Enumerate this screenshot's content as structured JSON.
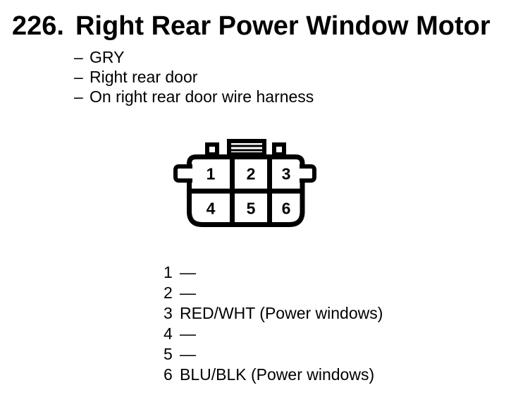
{
  "figure": {
    "number": "226.",
    "title": "Right Rear Power Window Motor"
  },
  "notes": {
    "dash": "–",
    "items": [
      "GRY",
      "Right rear door",
      "On right rear door wire harness"
    ]
  },
  "connector": {
    "cells": [
      "1",
      "2",
      "3",
      "4",
      "5",
      "6"
    ]
  },
  "pins": [
    {
      "num": "1",
      "wire": "—"
    },
    {
      "num": "2",
      "wire": "—"
    },
    {
      "num": "3",
      "wire": "RED/WHT (Power windows)"
    },
    {
      "num": "4",
      "wire": "—"
    },
    {
      "num": "5",
      "wire": "—"
    },
    {
      "num": "6",
      "wire": "BLU/BLK (Power windows)"
    }
  ],
  "colors": {
    "ink": "#000000",
    "paper": "#ffffff"
  }
}
